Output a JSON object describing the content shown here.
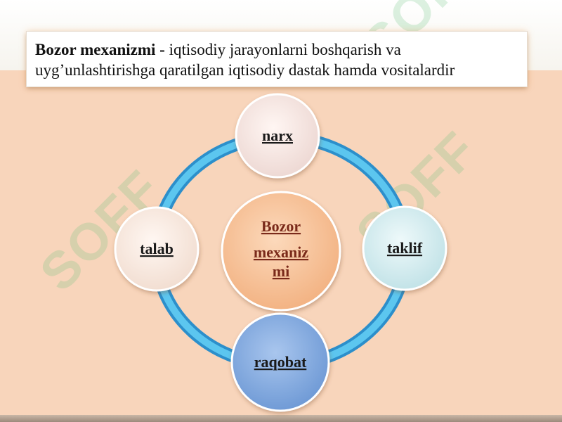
{
  "definition": {
    "term": "Bozor mexanizmi",
    "separator": " - ",
    "text": "iqtisodiy jarayonlarni boshqarish va uyg’unlashtirishga qaratilgan iqtisodiy dastak hamda vositalardir"
  },
  "diagram": {
    "center": {
      "line1": "Bozor",
      "line2": "mexaniz",
      "line3": "mi"
    },
    "nodes": {
      "top": "narx",
      "right": "taklif",
      "bottom": "raqobat",
      "left": "talab"
    }
  },
  "watermark": {
    "text": "SOFF"
  },
  "colors": {
    "ring": "#3aaee3",
    "top_node": "#f6e6e3",
    "right_node": "#d3edf0",
    "bottom_node": "#7fa9df",
    "left_node": "#fbece4",
    "center_node": "#f9c59d"
  }
}
